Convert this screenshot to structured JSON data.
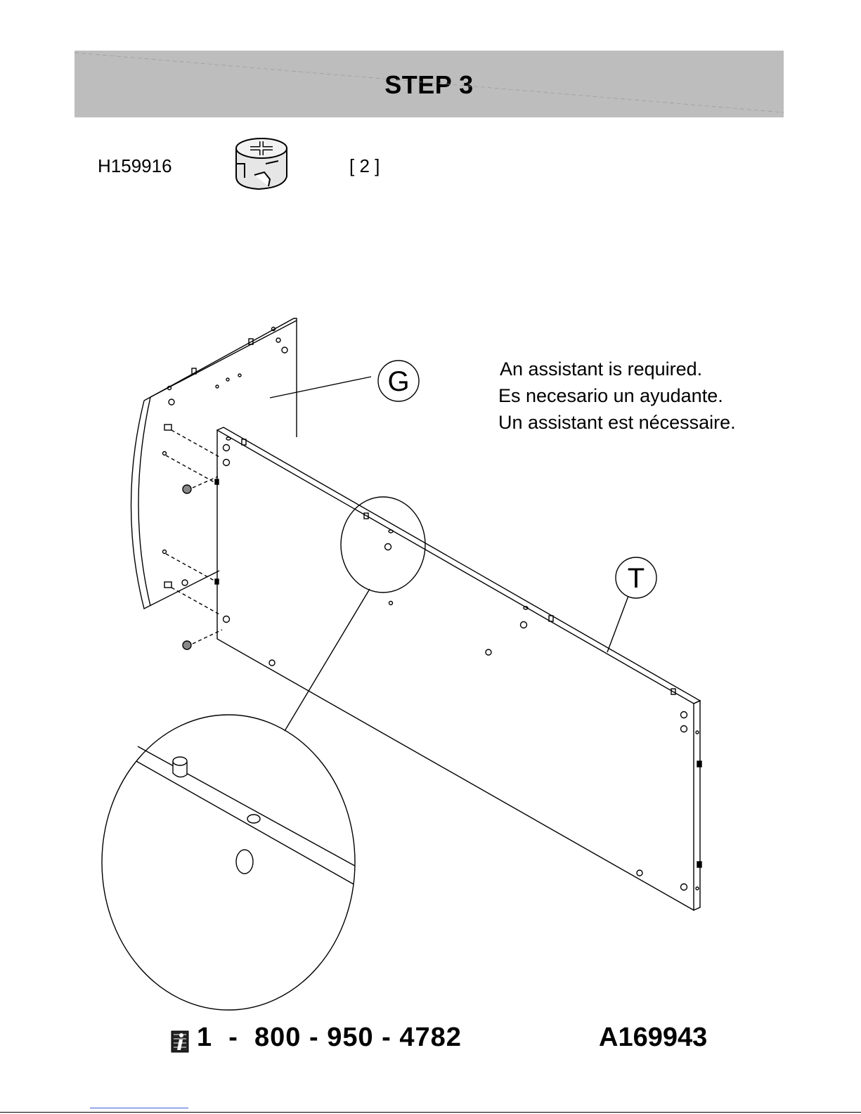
{
  "header": {
    "title": "STEP 3"
  },
  "hardware": {
    "part_code": "H159916",
    "quantity": "[ 2 ]",
    "icon": "cam-lock-icon"
  },
  "notes": {
    "en": "An assistant is required.",
    "es": "Es necesario un ayudante.",
    "fr": "Un assistant est nécessaire."
  },
  "callouts": {
    "panel_g": "G",
    "panel_t": "T"
  },
  "footer": {
    "phone": "1  -  800 - 950 - 4782",
    "model": "A169943",
    "icon": "info-icon"
  }
}
